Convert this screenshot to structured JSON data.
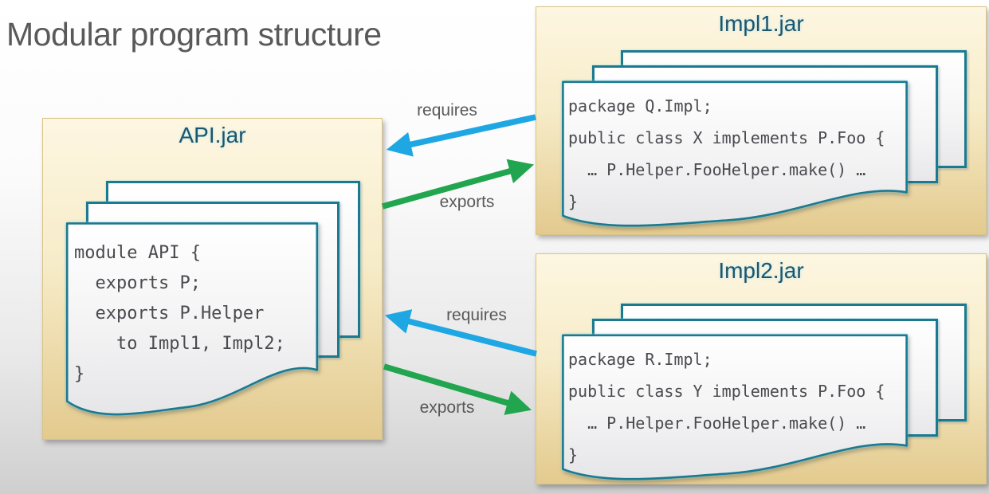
{
  "slide_title": "Modular program structure",
  "colors": {
    "arrow_blue": "#1ea7e3",
    "arrow_green": "#22a54f",
    "doc_border": "#1b7a90",
    "box_bg_top": "#fdf6e1",
    "box_bg_bottom": "#e3ca8e",
    "box_border": "#d9c386",
    "module_title": "#1c566d",
    "code_text": "#4a4a4f",
    "label_text": "#595959"
  },
  "modules": {
    "api": {
      "title": "API.jar",
      "code": "module API {\n  exports P;\n  exports P.Helper\n    to Impl1, Impl2;\n}"
    },
    "impl1": {
      "title": "Impl1.jar",
      "code": "package Q.Impl;\npublic class X implements P.Foo {\n  … P.Helper.FooHelper.make() …\n}"
    },
    "impl2": {
      "title": "Impl2.jar",
      "code": "package R.Impl;\npublic class Y implements P.Foo {\n  … P.Helper.FooHelper.make() …\n}"
    }
  },
  "arrows": {
    "impl1_requires": {
      "label": "requires"
    },
    "api_exports_impl1": {
      "label": "exports"
    },
    "impl2_requires": {
      "label": "requires"
    },
    "api_exports_impl2": {
      "label": "exports"
    }
  }
}
